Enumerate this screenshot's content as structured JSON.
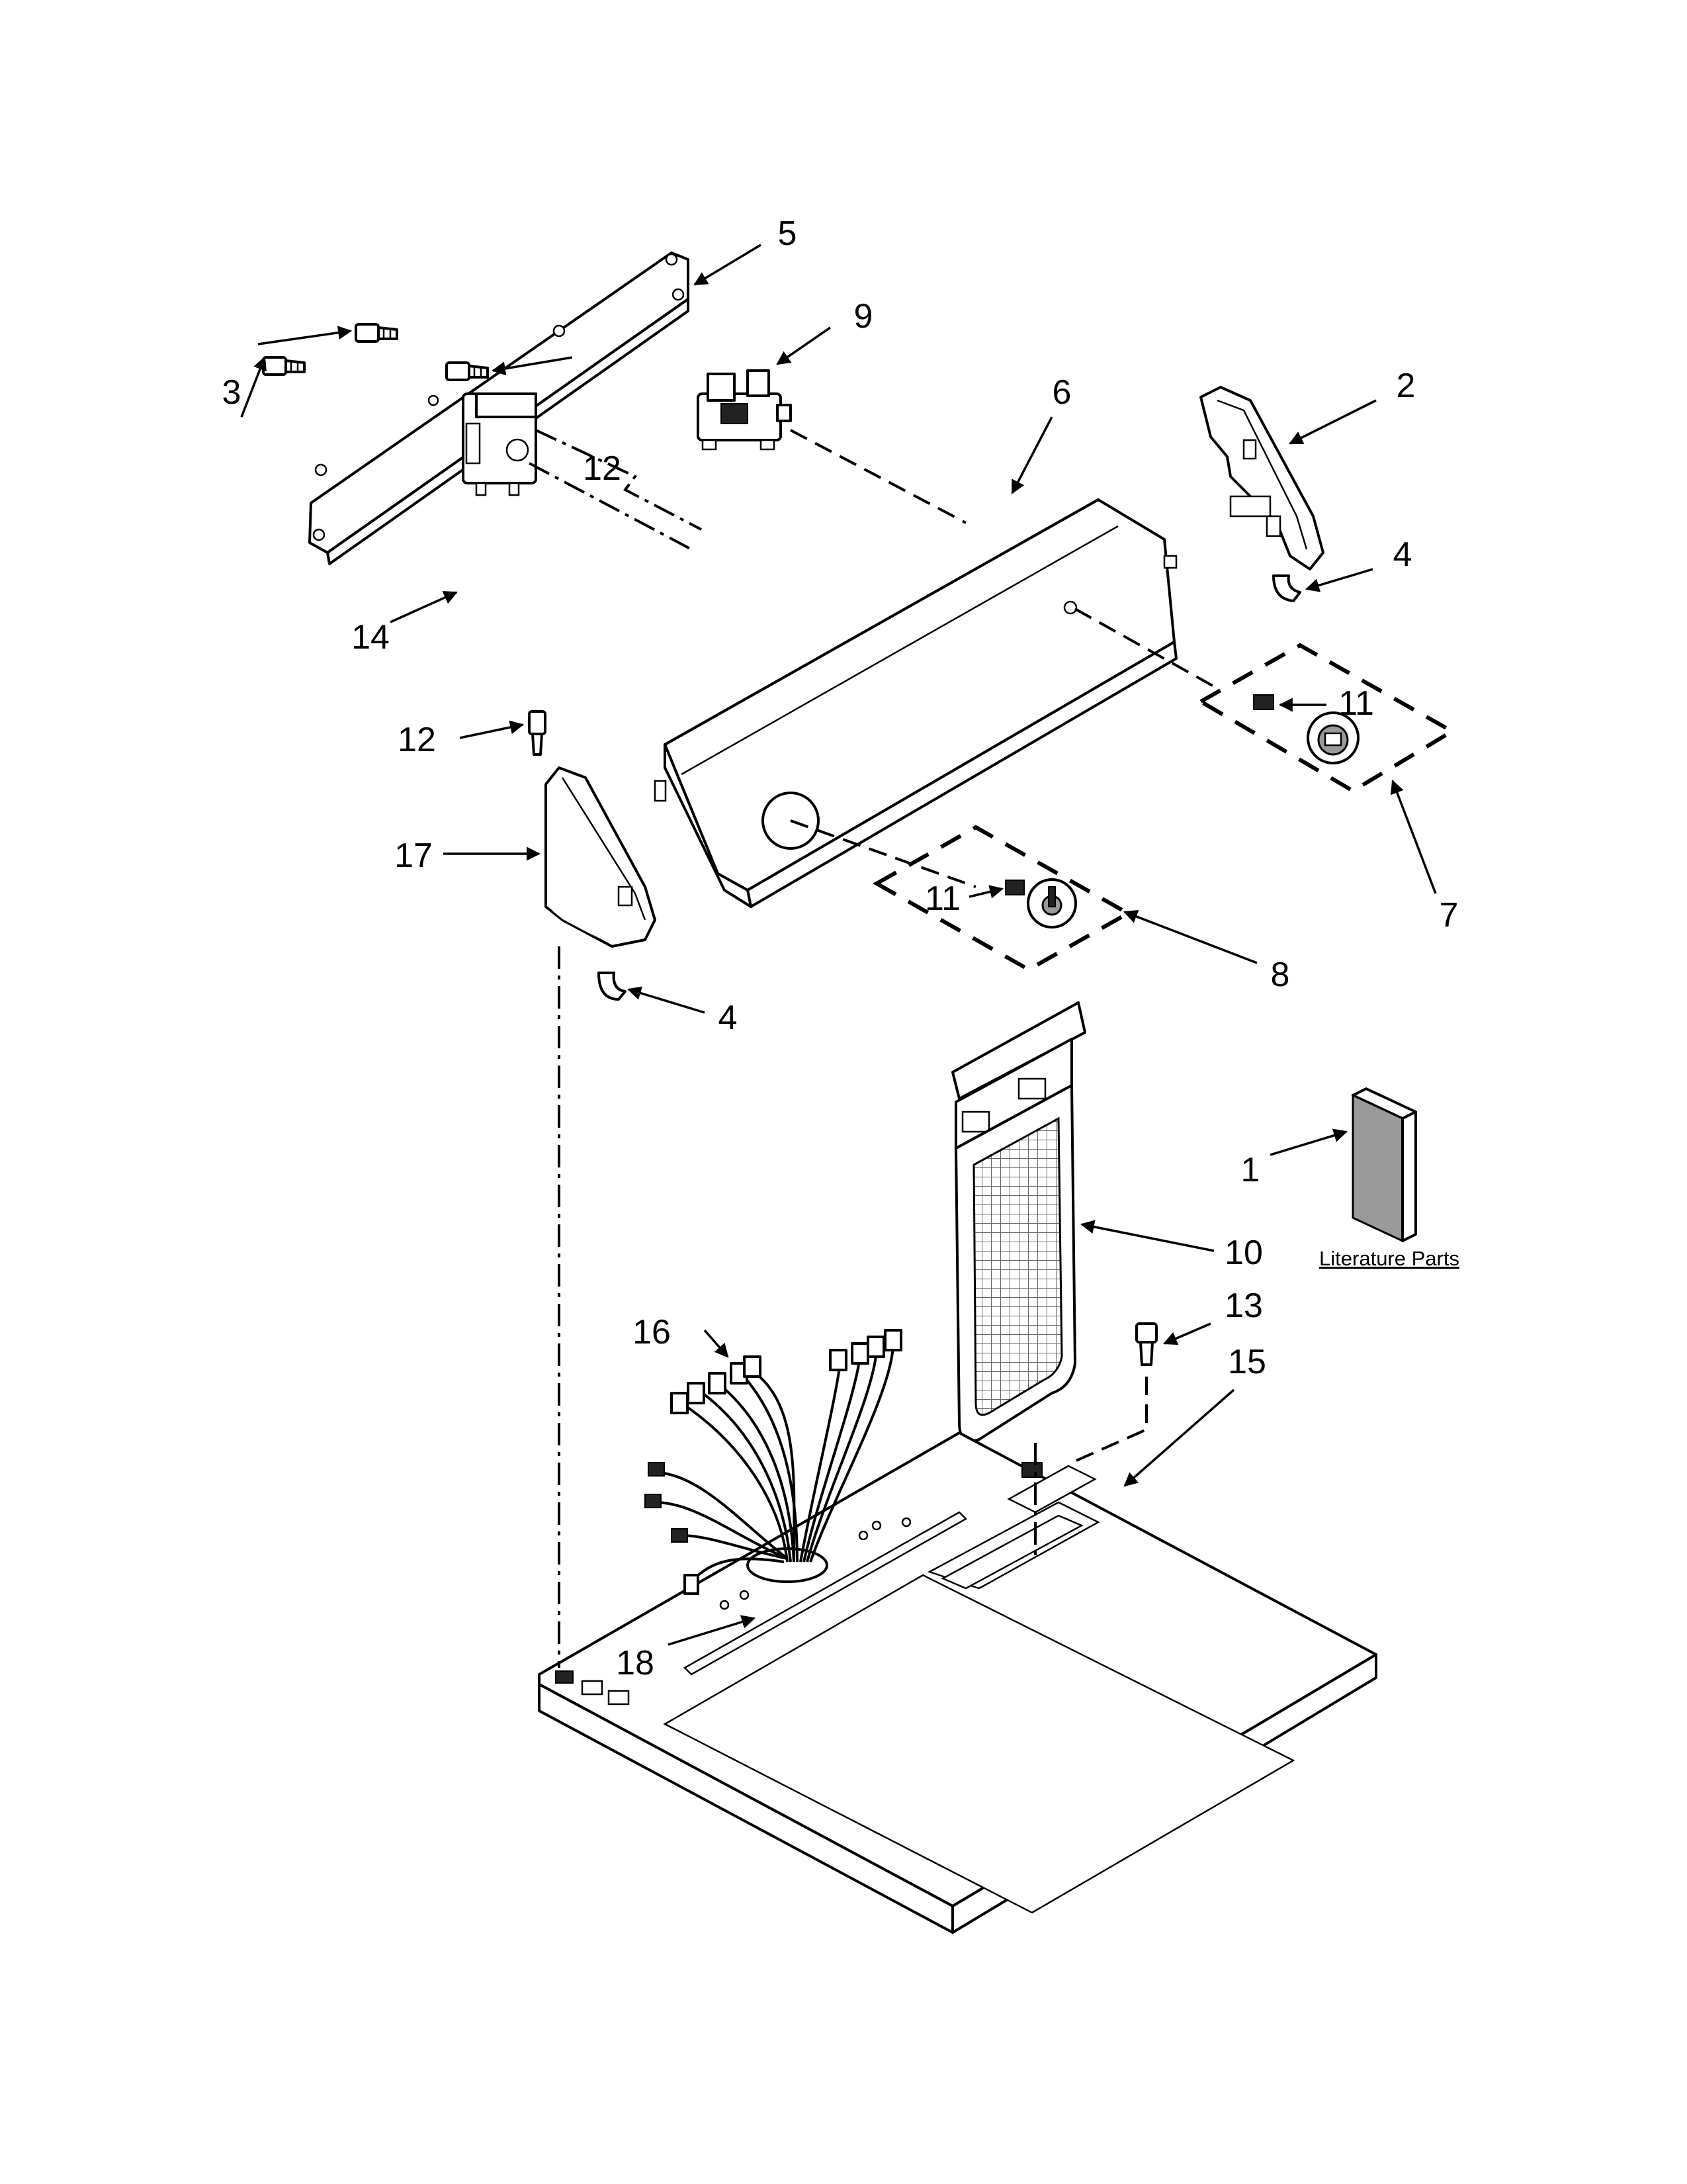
{
  "callouts": [
    {
      "id": "c5",
      "label": "5"
    },
    {
      "id": "c9",
      "label": "9"
    },
    {
      "id": "c3",
      "label": "3"
    },
    {
      "id": "c6",
      "label": "6"
    },
    {
      "id": "c2",
      "label": "2"
    },
    {
      "id": "c12a",
      "label": "12"
    },
    {
      "id": "c4a",
      "label": "4"
    },
    {
      "id": "c14",
      "label": "14"
    },
    {
      "id": "c11a",
      "label": "11"
    },
    {
      "id": "c12b",
      "label": "12"
    },
    {
      "id": "c17",
      "label": "17"
    },
    {
      "id": "c7",
      "label": "7"
    },
    {
      "id": "c11b",
      "label": "11"
    },
    {
      "id": "c8",
      "label": "8"
    },
    {
      "id": "c4b",
      "label": "4"
    },
    {
      "id": "c1",
      "label": "1"
    },
    {
      "id": "c10",
      "label": "10"
    },
    {
      "id": "c13",
      "label": "13"
    },
    {
      "id": "c16",
      "label": "16"
    },
    {
      "id": "c15",
      "label": "15"
    },
    {
      "id": "c18",
      "label": "18"
    }
  ],
  "literature_label": "Literature Parts"
}
